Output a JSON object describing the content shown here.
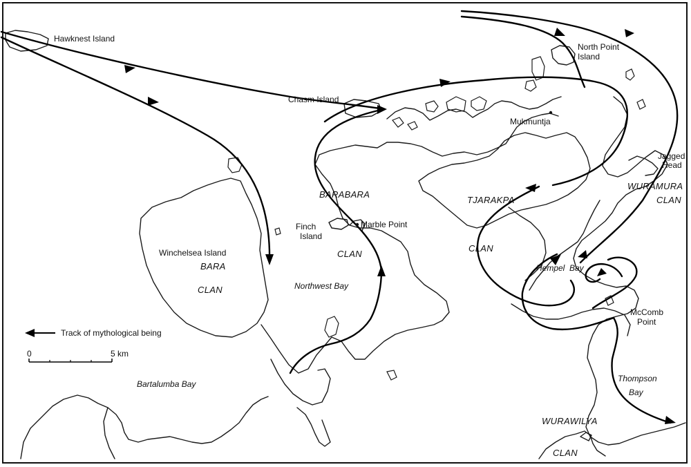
{
  "places": {
    "hawknest_island": "Hawknest Island",
    "chasm_island": "Chasm Island",
    "north_point_island_1": "North Point",
    "north_point_island_2": "Island",
    "mukmuntja": "Mukmuntja",
    "jagged_head_1": "Jagged",
    "jagged_head_2": "Head",
    "finch_island_1": "Finch",
    "finch_island_2": "Island",
    "marble_point": "Marble Point",
    "winchelsea_island": "Winchelsea Island",
    "northwest_bay": "Northwest Bay",
    "bartalumba_bay": "Bartalumba Bay",
    "hempel": "Hempel",
    "bay": "Bay",
    "mccomb_point_1": "McComb",
    "mccomb_point_2": "Point",
    "thompson_bay_1": "Thompson",
    "thompson_bay_2": "Bay"
  },
  "clans": {
    "barabara_1": "BARABARA",
    "barabara_2": "CLAN",
    "bara_1": "BARA",
    "bara_2": "CLAN",
    "tjarakpa_1": "TJARAKPA",
    "tjarakpa_2": "CLAN",
    "wuramura_1": "WURAMURA",
    "wuramura_2": "CLAN",
    "wurawilya_1": "WURAWILYA",
    "wurawilya_2": "CLAN"
  },
  "legend": {
    "track_label": "Track of mythological being",
    "scale_zero": "0",
    "scale_end": "5 km"
  },
  "colors": {
    "ink": "#111111",
    "paper": "#ffffff"
  }
}
